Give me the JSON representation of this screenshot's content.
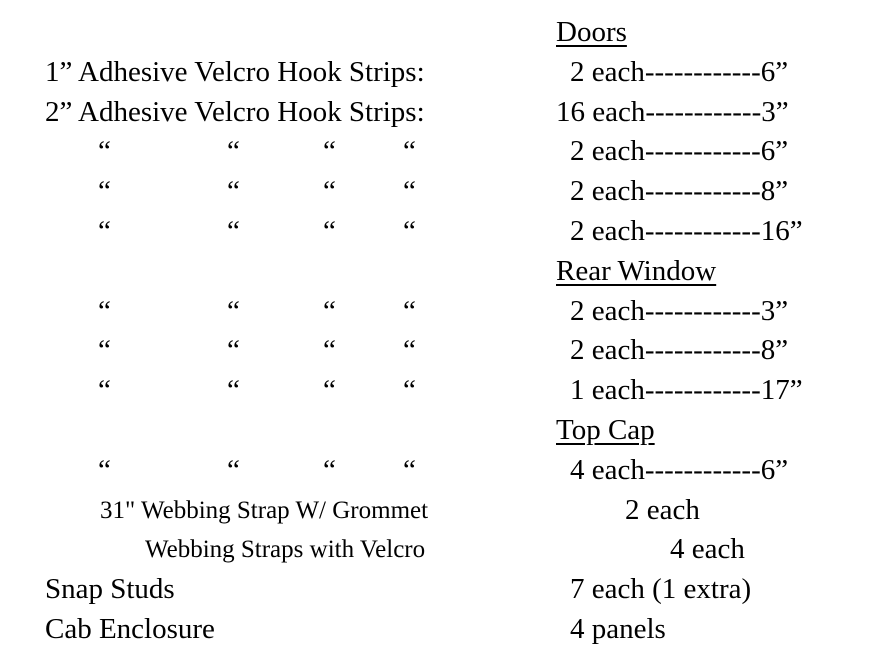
{
  "page": {
    "background_color": "#ffffff",
    "text_color": "#000000",
    "kind": "parts-quantity-list"
  },
  "ditto_mark": "“",
  "section_headers": [
    "Doors",
    "Rear Window",
    "Top Cap"
  ],
  "rows": [
    {
      "type": "section-header",
      "left": "",
      "right": "Doors",
      "right_indent": false
    },
    {
      "type": "item",
      "left": "1” Adhesive Velcro Hook Strips:",
      "right": "2 each------------6”",
      "right_indent": true
    },
    {
      "type": "item",
      "left": "2” Adhesive Velcro Hook Strips:",
      "right": "16 each------------3”",
      "right_indent": false
    },
    {
      "type": "ditto",
      "left": "“ “ “ “",
      "right": "2 each------------6”",
      "right_indent": true
    },
    {
      "type": "ditto",
      "left": "“ “ “ “",
      "right": "2 each------------8”",
      "right_indent": true
    },
    {
      "type": "ditto",
      "left": "“ “ “ “",
      "right": "2 each------------16”",
      "right_indent": true
    },
    {
      "type": "section-header",
      "left": "",
      "right": "Rear Window",
      "right_indent": false
    },
    {
      "type": "ditto",
      "left": "“ “ “ “",
      "right": "2 each------------3”",
      "right_indent": true
    },
    {
      "type": "ditto",
      "left": "“ “ “ “",
      "right": "2 each------------8”",
      "right_indent": true
    },
    {
      "type": "ditto",
      "left": "“ “ “ “",
      "right": "1 each------------17”",
      "right_indent": true
    },
    {
      "type": "section-header",
      "left": "",
      "right": "Top Cap",
      "right_indent": false
    },
    {
      "type": "ditto",
      "left": "“ “ “ “",
      "right": "4 each------------6”",
      "right_indent": true
    },
    {
      "type": "item-small-1",
      "left": "31\" Webbing Strap W/ Grommet",
      "right": "2 each",
      "right_indent": true
    },
    {
      "type": "item-small-2",
      "left": "Webbing Straps with Velcro",
      "right": "4 each",
      "right_indent": true
    },
    {
      "type": "item",
      "left": "Snap Studs",
      "right": "7 each (1 extra)",
      "right_indent": true
    },
    {
      "type": "item",
      "left": "Cab Enclosure",
      "right": "4 panels",
      "right_indent": true
    }
  ]
}
